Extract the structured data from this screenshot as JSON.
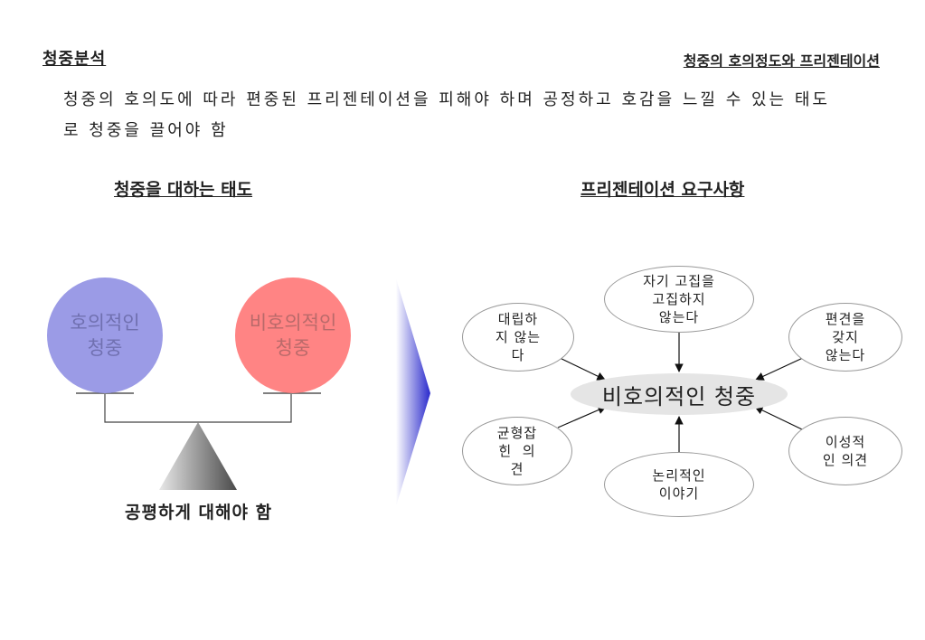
{
  "header": {
    "left_title": "청중분석",
    "right_title": "청중의 호의정도와 프리젠테이션"
  },
  "summary_lines": [
    "청중의 호의도에 따라 편중된 프리젠테이션을 피해야 하며 공정하고 호감을 느낄 수 있는 태도",
    "로 청중을 끌어야 함"
  ],
  "left_section": {
    "title": "청중을 대하는 태도",
    "circle_a": [
      "호의적인",
      "청중"
    ],
    "circle_b": [
      "비호의적인",
      "청중"
    ],
    "caption": "공평하게 대해야 함"
  },
  "right_section": {
    "title": "프리젠테이션 요구사항",
    "center": "비호의적인 청중",
    "nodes": {
      "top": [
        "자기 고집을",
        "고집하지",
        "않는다"
      ],
      "top_left": [
        "대립하",
        "지 않는",
        "다"
      ],
      "top_right": [
        "편견을",
        "갖지",
        "않는다"
      ],
      "bottom_left": [
        "균형잡",
        "힌  의",
        "견"
      ],
      "bottom": [
        "논리적인",
        "이야기"
      ],
      "bottom_right": [
        "이성적",
        "인 의견"
      ]
    }
  },
  "colors": {
    "favorable": "#9b9be6",
    "unfavorable": "#ff8484",
    "arrow": "#3333cc"
  }
}
